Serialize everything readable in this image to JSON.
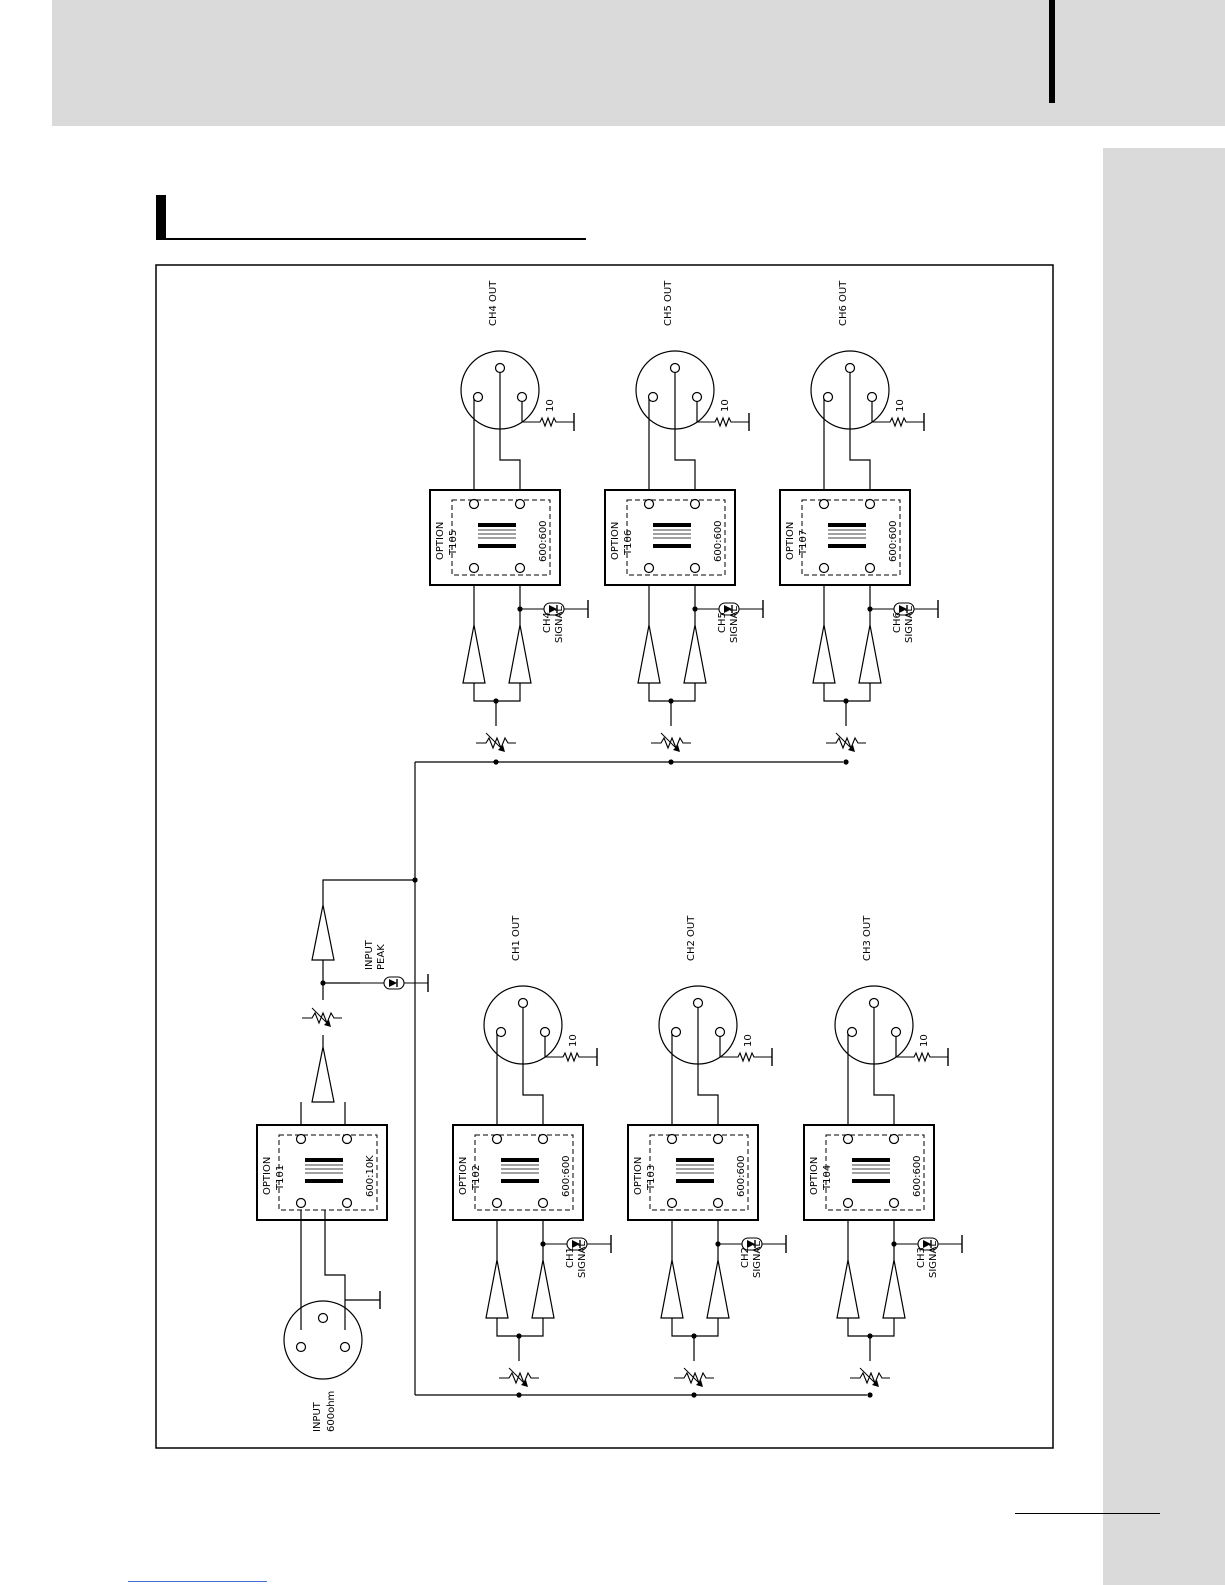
{
  "input": {
    "label1": "INPUT",
    "label2": "600ohm"
  },
  "input_transformer": {
    "option": "OPTION",
    "ref": "T101",
    "ratio": "600:10K"
  },
  "input_peak": {
    "label1": "INPUT",
    "label2": "PEAK"
  },
  "resistor_value": "10",
  "channels": [
    {
      "out": "CH1  OUT",
      "ref": "T102",
      "ratio": "600:600",
      "sig1": "CH1",
      "sig2": "SIGNAL",
      "option": "OPTION"
    },
    {
      "out": "CH2  OUT",
      "ref": "T103",
      "ratio": "600:600",
      "sig1": "CH2",
      "sig2": "SIGNAL",
      "option": "OPTION"
    },
    {
      "out": "CH3  OUT",
      "ref": "T104",
      "ratio": "600:600",
      "sig1": "CH3",
      "sig2": "SIGNAL",
      "option": "OPTION"
    },
    {
      "out": "CH4  OUT",
      "ref": "T105",
      "ratio": "600:600",
      "sig1": "CH4",
      "sig2": "SIGNAL",
      "option": "OPTION"
    },
    {
      "out": "CH5  OUT",
      "ref": "T106",
      "ratio": "600:600",
      "sig1": "CH5",
      "sig2": "SIGNAL",
      "option": "OPTION"
    },
    {
      "out": "CH6  OUT",
      "ref": "T107",
      "ratio": "600:600",
      "sig1": "CH6",
      "sig2": "SIGNAL",
      "option": "OPTION"
    }
  ]
}
